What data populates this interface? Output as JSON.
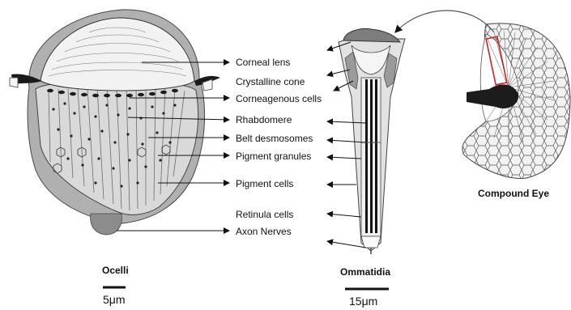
{
  "labels": {
    "corneal_lens": "Corneal lens",
    "crystalline_cone": "Crystalline cone",
    "corneagenous_cells": "Corneagenous cells",
    "rhabdomere": "Rhabdomere",
    "belt_desmosomes": "Belt desmosomes",
    "pigment_granules": "Pigment granules",
    "pigment_cells": "Pigment cells",
    "retinula_cells": "Retinula cells",
    "axon_nerves": "Axon Nerves"
  },
  "panels": {
    "ocelli": {
      "title": "Ocelli",
      "scale": "5μm"
    },
    "ommatidia": {
      "title": "Ommatidia",
      "scale": "15μm"
    },
    "compound_eye": {
      "title": "Compound Eye"
    }
  },
  "colors": {
    "highlight": "#d42020",
    "ink": "#111111",
    "shade": "#8a8a8a"
  }
}
